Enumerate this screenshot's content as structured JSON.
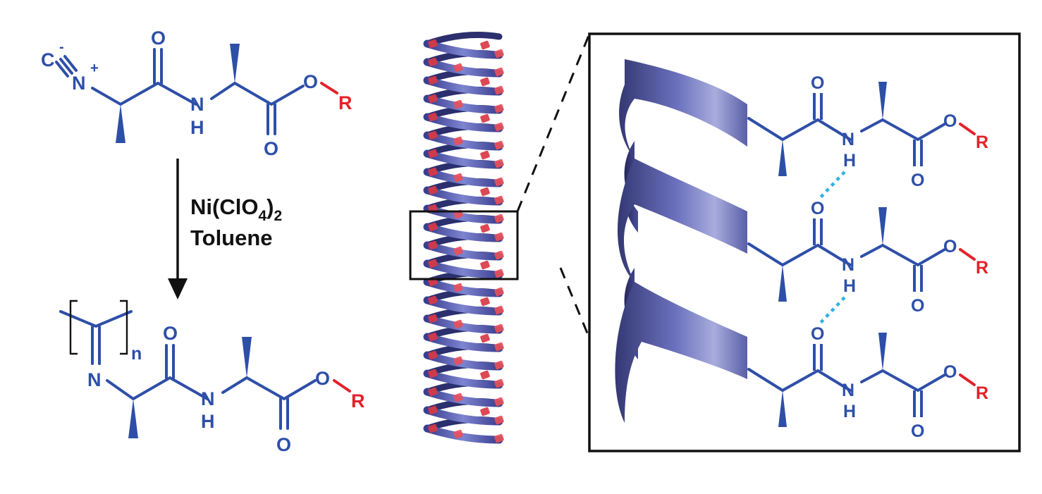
{
  "atoms": {
    "O": "O",
    "N": "N",
    "H": "H",
    "R": "R",
    "C": "C",
    "N_plus": "N",
    "plus": "+",
    "minus": "-",
    "n": "n"
  },
  "reaction": {
    "reagent_line1_base": "Ni(ClO",
    "reagent_line1_sub1": "4",
    "reagent_line1_paren": ")",
    "reagent_line1_sub2": "2",
    "reagent_line2": "Toluene"
  },
  "colors": {
    "molecule": "#2e4fa8",
    "substituent": "#e3222b",
    "hydrogen_bond": "#2fb3e0",
    "helix": "#5a62b0",
    "helix_pendant": "#e8505a",
    "frame": "#111111"
  },
  "icons": [
    "arrow-down-icon",
    "helix-polymer-icon",
    "helix-ribbon-icon",
    "zoom-lines-icon"
  ]
}
